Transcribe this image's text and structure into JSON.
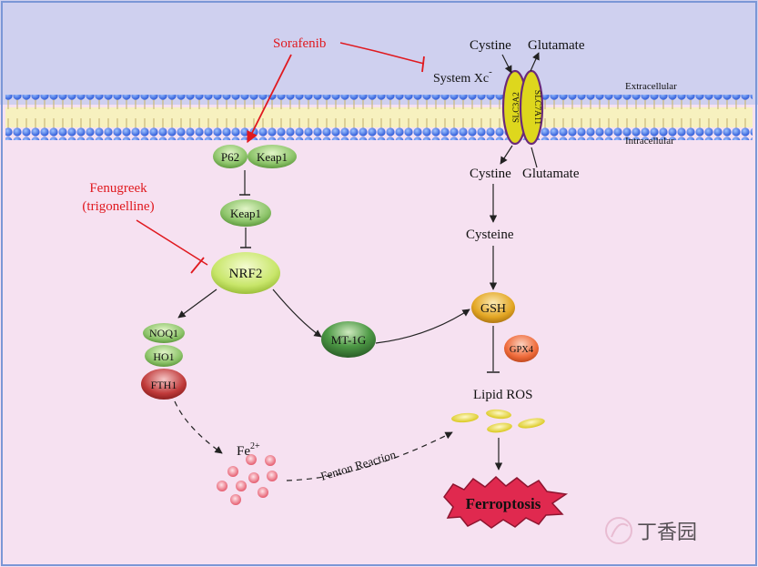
{
  "drugs": {
    "sorafenib": "Sorafenib",
    "fenugreek_line1": "Fenugreek",
    "fenugreek_line2": "(trigonelline)"
  },
  "membrane": {
    "extracellular": "Extracellular",
    "intracellular": "Intracellular",
    "system_xc": "System Xc",
    "system_xc_sup": "-",
    "slc3a2": "SLC3A2",
    "slc7a11": "SLC7A11"
  },
  "metabolites": {
    "cystine_out": "Cystine",
    "glutamate_out": "Glutamate",
    "cystine_in": "Cystine",
    "glutamate_in": "Glutamate",
    "cysteine": "Cysteine",
    "lipid_ros": "Lipid ROS",
    "fe": "Fe",
    "fe_sup": "2+",
    "fenton": "Fenton Reaction"
  },
  "nodes": {
    "p62": "P62",
    "keap1_complex": "Keap1",
    "keap1": "Keap1",
    "nrf2": "NRF2",
    "noq1": "NOQ1",
    "ho1": "HO1",
    "fth1": "FTH1",
    "mt1g": "MT-1G",
    "gsh": "GSH",
    "gpx4": "GPX4",
    "ferroptosis": "Ferroptosis"
  },
  "watermark": "丁香园",
  "colors": {
    "extracellular_bg": "#cfd0ef",
    "intracellular_bg": "#f6e1f1",
    "frame": "#7b97d6",
    "inhibitor_red": "#e0191f",
    "green_node": "#8dc46a",
    "dark_green_node": "#3f8a3a",
    "nrf2_node": "#c8e66a",
    "gsh_node": "#e3a623",
    "gpx4_node": "#ef6b3b",
    "fth1_node": "#c03a3a",
    "ferroptosis_burst": "#e0294f",
    "transporter": "#ded71d",
    "iron_dots": "#e55b6e",
    "lipid_ovals": "#e8d92a"
  }
}
